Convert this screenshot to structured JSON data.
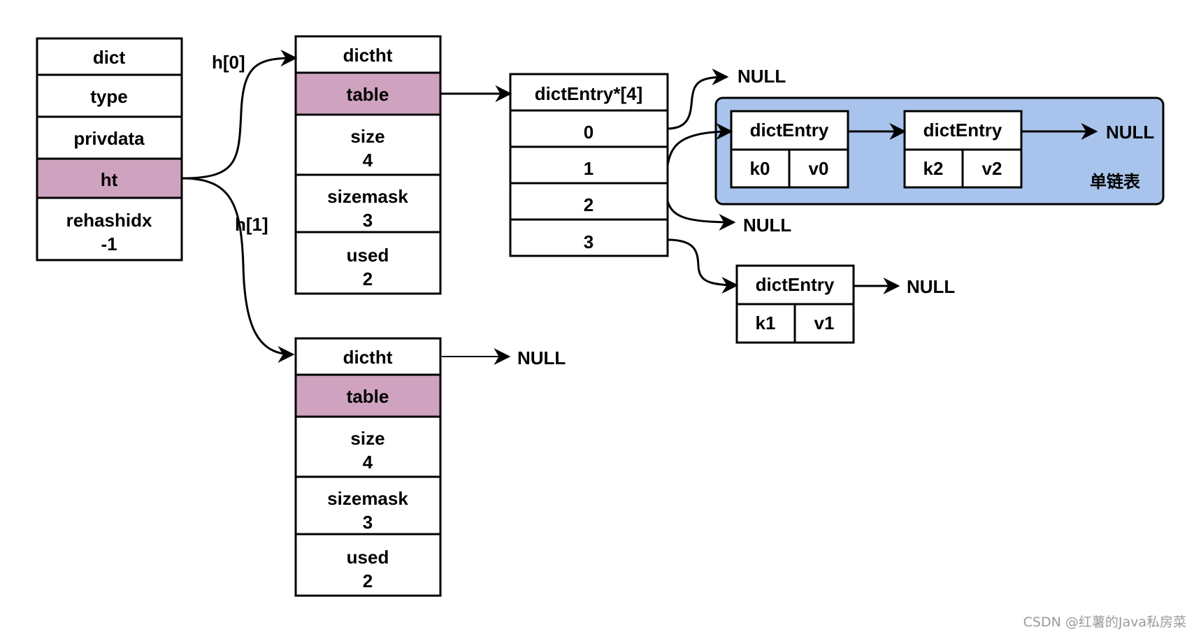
{
  "dict": {
    "title": "dict",
    "fields": [
      "type",
      "privdata",
      "ht"
    ],
    "rehashidx_label": "rehashidx",
    "rehashidx_value": "-1"
  },
  "edge_labels": {
    "h0": "h[0]",
    "h1": "h[1]"
  },
  "dictht0": {
    "title": "dictht",
    "table": "table",
    "size_label": "size",
    "size_value": "4",
    "sizemask_label": "sizemask",
    "sizemask_value": "3",
    "used_label": "used",
    "used_value": "2"
  },
  "dictht1": {
    "title": "dictht",
    "table": "table",
    "size_label": "size",
    "size_value": "4",
    "sizemask_label": "sizemask",
    "sizemask_value": "3",
    "used_label": "used",
    "used_value": "2"
  },
  "entry_array": {
    "title": "dictEntry*[4]",
    "slots": [
      "0",
      "1",
      "2",
      "3"
    ]
  },
  "entries": {
    "e0": {
      "title": "dictEntry",
      "key": "k0",
      "value": "v0"
    },
    "e2": {
      "title": "dictEntry",
      "key": "k2",
      "value": "v2"
    },
    "e1": {
      "title": "dictEntry",
      "key": "k1",
      "value": "v1"
    }
  },
  "null_text": "NULL",
  "linked_list_label": "单链表",
  "watermark": "CSDN @红薯的Java私房菜",
  "colors": {
    "highlight": "#cfa3bf",
    "list_panel": "#a9c4ec",
    "line": "#000000"
  }
}
